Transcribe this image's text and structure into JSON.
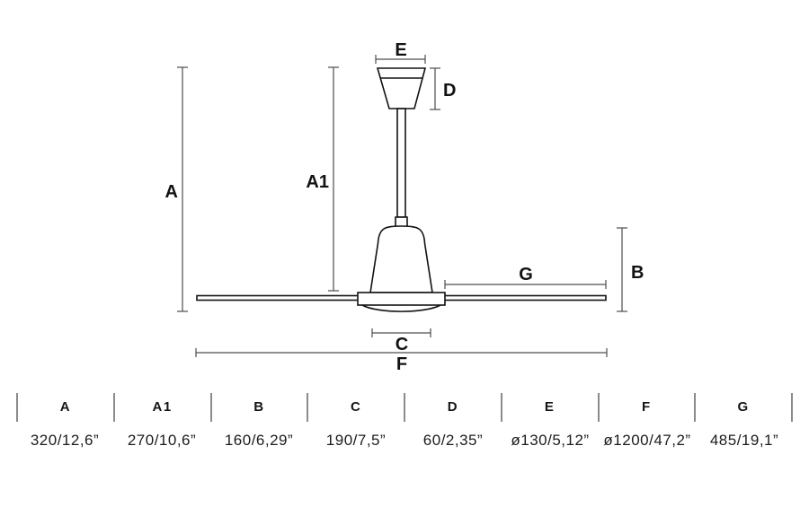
{
  "diagram": {
    "description": "Ceiling fan dimension drawing",
    "labels": {
      "A": "A",
      "A1": "A1",
      "B": "B",
      "C": "C",
      "D": "D",
      "E": "E",
      "F": "F",
      "G": "G"
    }
  },
  "table": {
    "columns": [
      {
        "label": "A",
        "value": "320/12,6”"
      },
      {
        "label": "A1",
        "value": "270/10,6”"
      },
      {
        "label": "B",
        "value": "160/6,29”"
      },
      {
        "label": "C",
        "value": "190/7,5”"
      },
      {
        "label": "D",
        "value": "60/2,35”"
      },
      {
        "label": "E",
        "value": "ø130/5,12”"
      },
      {
        "label": "F",
        "value": "ø1200/47,2”"
      },
      {
        "label": "G",
        "value": "485/19,1”"
      }
    ]
  },
  "colors": {
    "outline": "#121212",
    "dim_line": "#4d4d4d",
    "divider": "#8b8b8b",
    "background": "#ffffff"
  }
}
